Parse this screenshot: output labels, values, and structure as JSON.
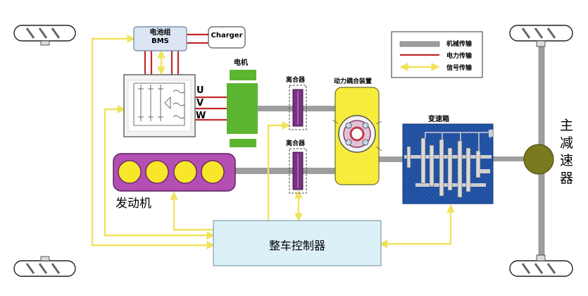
{
  "labels": {
    "battery_line1": "电池组",
    "battery_line2": "BMS",
    "charger": "Charger",
    "motor": "电机",
    "phase_u": "U",
    "phase_v": "V",
    "phase_w": "W",
    "clutch_top": "离合器",
    "clutch_bottom": "离合器",
    "coupling": "动力耦合装置",
    "gearbox": "变速箱",
    "engine": "发动机",
    "vcu": "整车控制器",
    "final_drive": "主减速器"
  },
  "legend": {
    "mechanical": "机械传输",
    "electrical": "电力传输",
    "signal": "信号传输"
  },
  "colors": {
    "mechanical": "#9e9e9e",
    "electrical": "#c0282a",
    "signal": "#f2ea6a",
    "motor": "#5cb531",
    "engine_body": "#b34fb3",
    "engine_cylinder": "#f7e62a",
    "coupling": "#f7ec3c",
    "gearbox": "#1f4e9f",
    "controller": "#dcf0f8",
    "battery": "#dbe5f3",
    "final_drive": "#7a7a1e"
  }
}
